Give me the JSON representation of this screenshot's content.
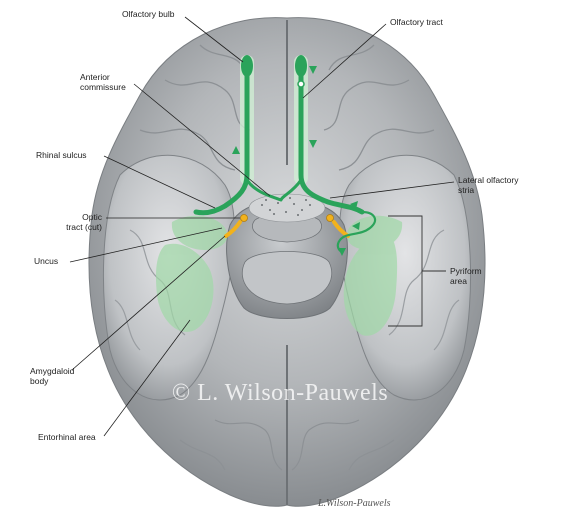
{
  "labels": {
    "olfactory_bulb": "Olfactory bulb",
    "olfactory_tract": "Olfactory tract",
    "anterior_commissure": "Anterior\ncommissure",
    "rhinal_sulcus": "Rhinal sulcus",
    "lateral_olfactory_stria": "Lateral olfactory\nstria",
    "optic_tract": "Optic\ntract (cut)",
    "uncus": "Uncus",
    "pyriform_area": "Pyriform\narea",
    "amygdaloid_body": "Amygdaloid\nbody",
    "entorhinal_area": "Entorhinal area"
  },
  "watermark": "© L. Wilson-Pauwels",
  "signature": "L.Wilson-Pauwels",
  "colors": {
    "brain_grey": "#a9adb0",
    "pathway_green": "#2aa35a",
    "highlight_green": "#9fd8a6",
    "optic_yellow": "#f2b21c"
  }
}
